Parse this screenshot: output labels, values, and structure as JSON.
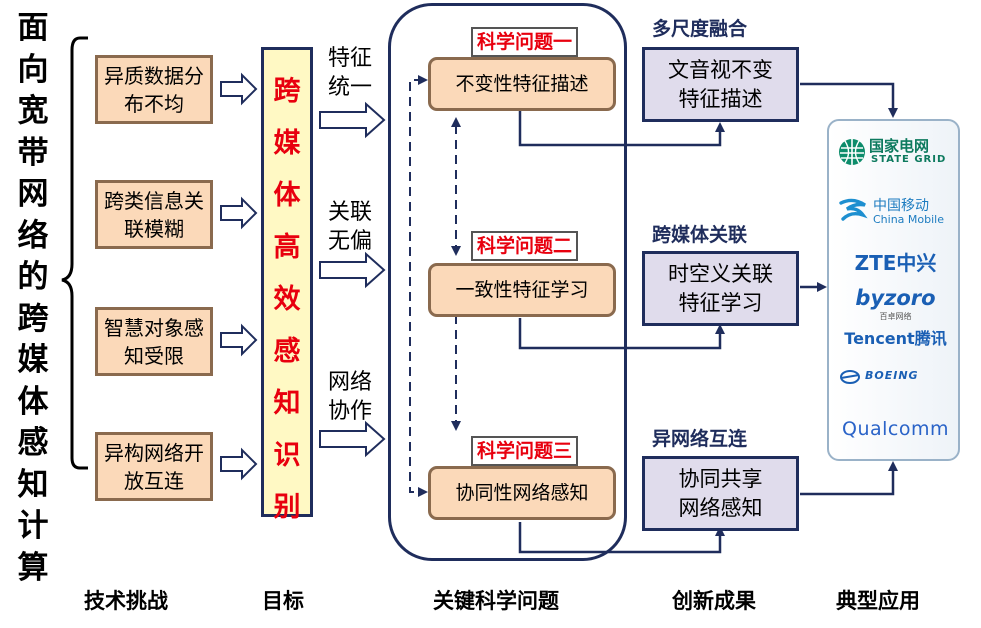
{
  "title": "面向宽带网络的跨媒体感知计算",
  "challenges": [
    "异质数据分布不均",
    "跨类信息关联模糊",
    "智慧对象感知受限",
    "异构网络开放互连"
  ],
  "goal": "跨媒体高效感知识别",
  "goal_arrows": [
    "特征统一",
    "关联无偏",
    "网络协作"
  ],
  "problems": [
    {
      "tag": "科学问题一",
      "label": "不变性特征描述"
    },
    {
      "tag": "科学问题二",
      "label": "一致性特征学习"
    },
    {
      "tag": "科学问题三",
      "label": "协同性网络感知"
    }
  ],
  "results": [
    {
      "label": "多尺度融合",
      "box": "文音视不变特征描述"
    },
    {
      "label": "跨媒体关联",
      "box": "时空义关联特征学习"
    },
    {
      "label": "异网络互连",
      "box": "协同共享网络感知"
    }
  ],
  "apps": {
    "state_grid_cn": "国家电网",
    "state_grid_en": "STATE GRID",
    "china_mobile_cn": "中国移动",
    "china_mobile_en": "China Mobile",
    "zte": "ZTE中兴",
    "byzoro": "byzoro",
    "byzoro_cn": "百卓网络",
    "tencent": "Tencent腾讯",
    "boeing": "BOEING",
    "qualcomm": "Qualcomm"
  },
  "colors": {
    "accent_red": "#e8000e",
    "navy": "#1f2d5c",
    "box_fill": "#fbd9b9",
    "result_fill": "#e0dcec",
    "goal_fill": "#fff9c4"
  },
  "footer": [
    "技术挑战",
    "目标",
    "关键科学问题",
    "创新成果",
    "典型应用"
  ]
}
